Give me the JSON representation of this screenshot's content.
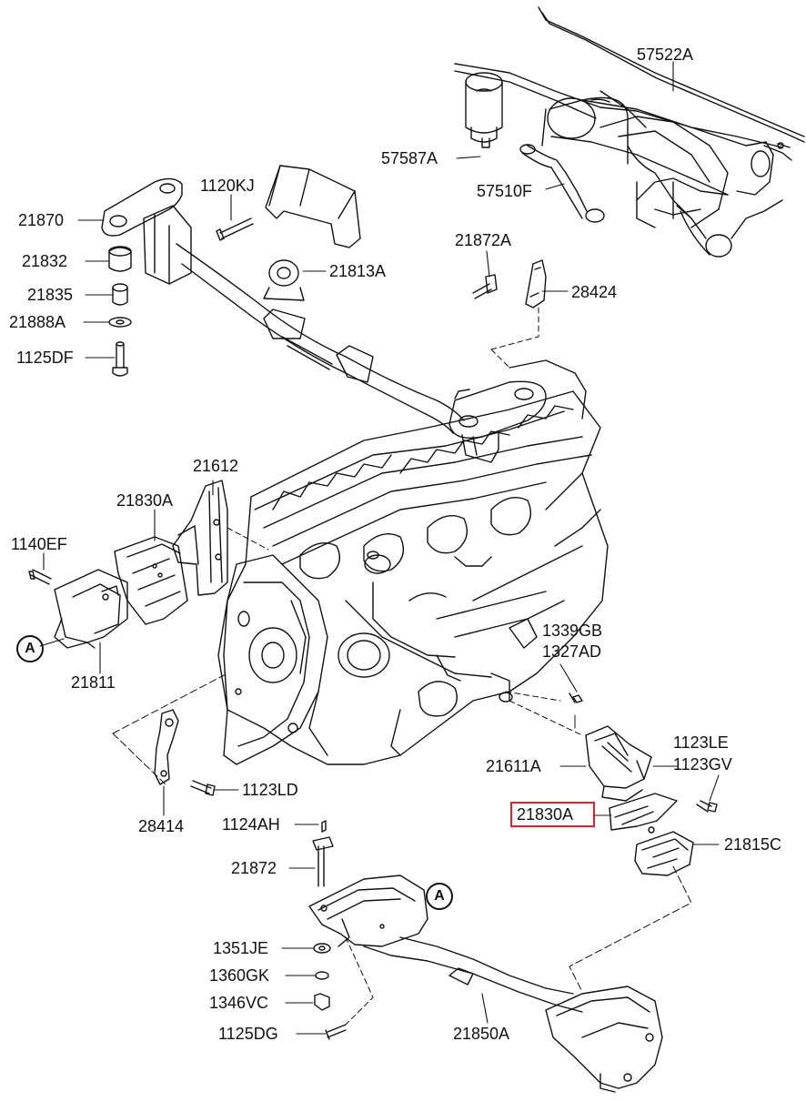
{
  "diagram": {
    "part_labels": {
      "p57522A": "57522A",
      "p57587A": "57587A",
      "p57510F": "57510F",
      "p21870": "21870",
      "p1120KJ": "1120KJ",
      "p21832": "21832",
      "p21813A": "21813A",
      "p21835": "21835",
      "p21888A": "21888A",
      "p1125DF": "1125DF",
      "p21872A": "21872A",
      "p28424": "28424",
      "p21612": "21612",
      "p21830A_top": "21830A",
      "p1140EF": "1140EF",
      "p21811": "21811",
      "p1339GB": "1339GB",
      "p1327AD": "1327AD",
      "p21611A": "21611A",
      "p1123LE": "1123LE",
      "p1123GV": "1123GV",
      "p21830A_highlighted": "21830A",
      "p21815C": "21815C",
      "p1123LD": "1123LD",
      "p28414": "28414",
      "p1124AH": "1124AH",
      "p21872": "21872",
      "p1351JE": "1351JE",
      "p1360GK": "1360GK",
      "p1346VC": "1346VC",
      "p1125DG": "1125DG",
      "p21850A": "21850A"
    },
    "reference_markers": {
      "left": "A",
      "right": "A"
    },
    "highlight_color": "#e0231f",
    "line_color": "#111111"
  }
}
